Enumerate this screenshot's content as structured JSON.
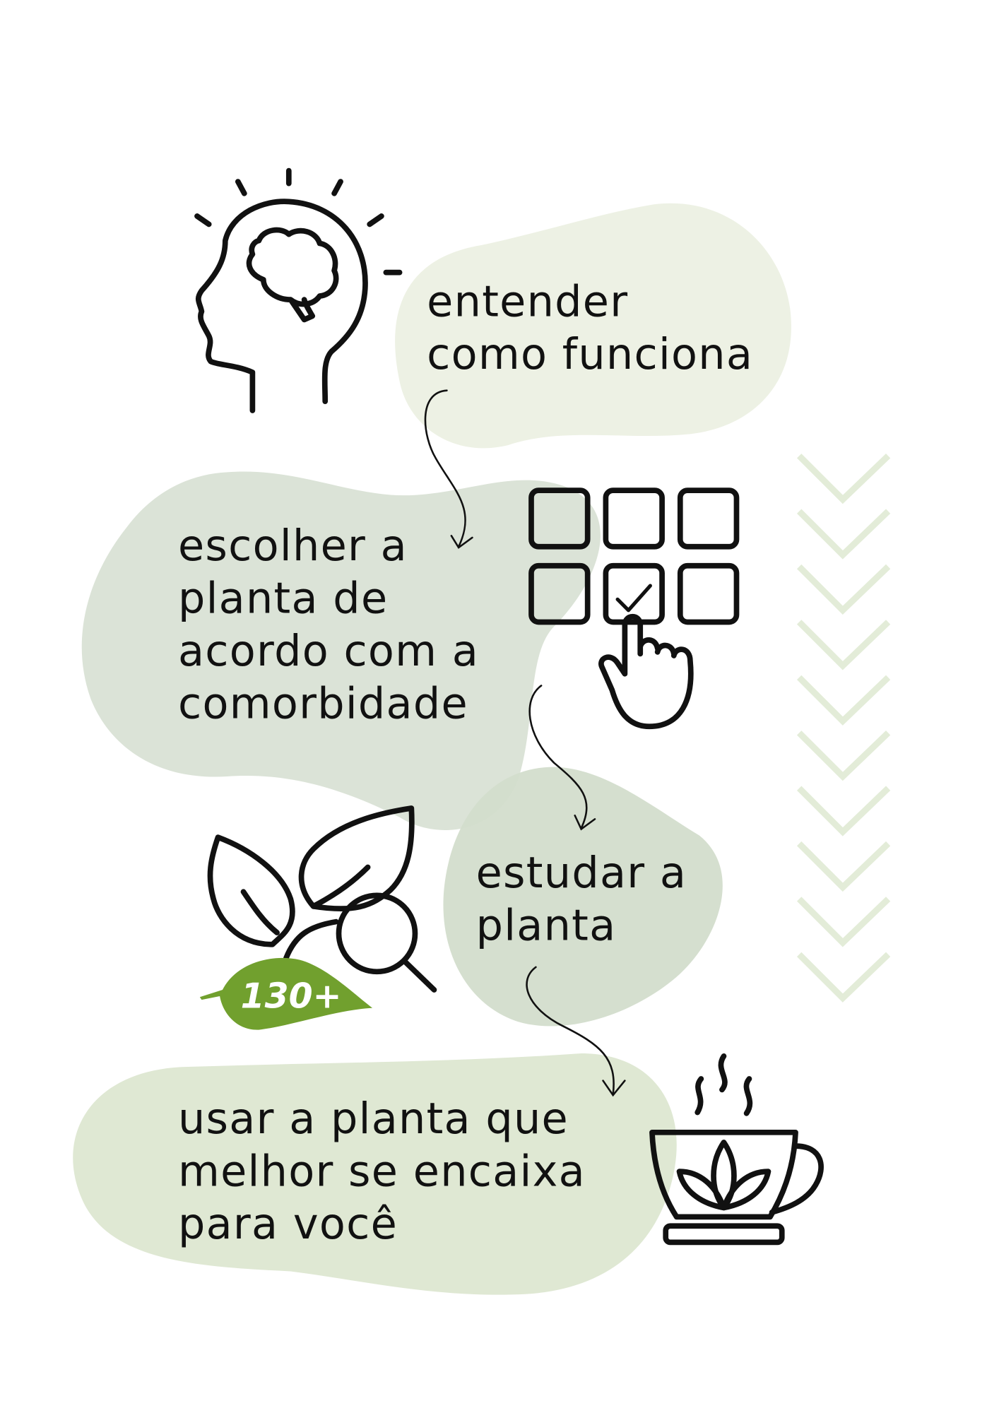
{
  "steps": [
    {
      "lines": [
        "entender",
        "como funciona"
      ]
    },
    {
      "lines": [
        "escolher a",
        "planta de",
        "acordo com a",
        "comorbidade"
      ]
    },
    {
      "lines": [
        "estudar a",
        "planta"
      ]
    },
    {
      "lines": [
        "usar a planta que",
        "melhor se encaixa",
        "para você"
      ]
    }
  ],
  "badge": {
    "text": "130+"
  },
  "colors": {
    "blob1": "#edf1e4",
    "blob2": "#dbe3d7",
    "blob3": "#d3ddcc",
    "blob4": "#dfe8d3",
    "leaf": "#71a02e",
    "chevron": "#e3ecd8"
  },
  "icons": [
    "head-brain-idea-icon",
    "grid-select-hand-icon",
    "leaves-magnifier-icon",
    "tea-cup-icon"
  ]
}
